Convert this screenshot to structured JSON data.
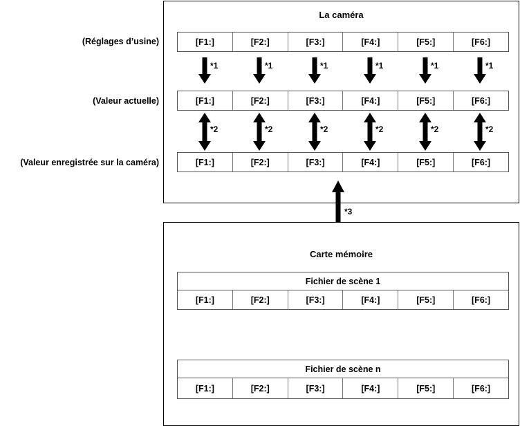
{
  "camera": {
    "title": "La caméra",
    "rows": [
      {
        "label": "(Réglages d’usine)",
        "cells": [
          "[F1:]",
          "[F2:]",
          "[F3:]",
          "[F4:]",
          "[F5:]",
          "[F6:]"
        ]
      },
      {
        "label": "(Valeur actuelle)",
        "cells": [
          "[F1:]",
          "[F2:]",
          "[F3:]",
          "[F4:]",
          "[F5:]",
          "[F6:]"
        ]
      },
      {
        "label": "(Valeur enregistrée sur la caméra)",
        "cells": [
          "[F1:]",
          "[F2:]",
          "[F3:]",
          "[F4:]",
          "[F5:]",
          "[F6:]"
        ]
      }
    ],
    "arrow_note_1": "*1",
    "arrow_note_2": "*2"
  },
  "link_note": "*3",
  "memory_card": {
    "title": "Carte mémoire",
    "files": [
      {
        "name": "Fichier de scène 1",
        "cells": [
          "[F1:]",
          "[F2:]",
          "[F3:]",
          "[F4:]",
          "[F5:]",
          "[F6:]"
        ]
      },
      {
        "name": "Fichier de scène n",
        "cells": [
          "[F1:]",
          "[F2:]",
          "[F3:]",
          "[F4:]",
          "[F5:]",
          "[F6:]"
        ]
      }
    ]
  }
}
